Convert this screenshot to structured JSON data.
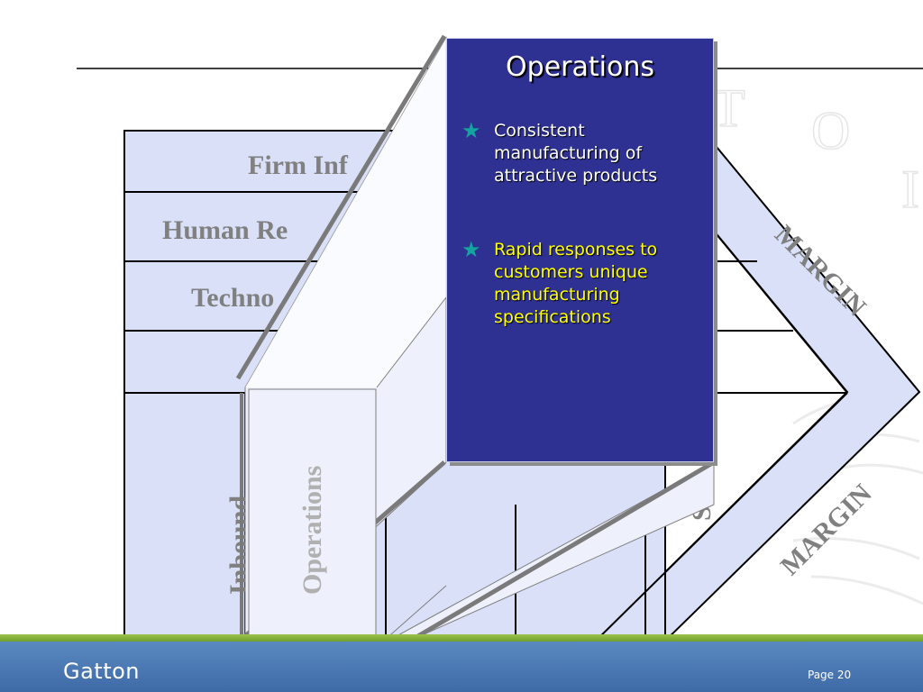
{
  "diagram": {
    "support_rows": [
      {
        "label": "Firm Inf"
      },
      {
        "label": "Human Re"
      },
      {
        "label": "Techno"
      }
    ],
    "primary_columns": [
      {
        "label": "Inbound"
      },
      {
        "label": "Operations"
      },
      {
        "label": "Se"
      }
    ],
    "margin_labels": [
      "MARGIN",
      "MARGIN"
    ]
  },
  "callout": {
    "title": "Operations",
    "bullets": [
      {
        "text": "Consistent manufacturing of attractive products",
        "color": "#ffffff"
      },
      {
        "text": "Rapid responses to customers unique manufacturing specifications",
        "color": "#ffff00"
      }
    ],
    "background": "#2e3192",
    "bullet_icon": "star-icon",
    "bullet_icon_color": "#12a5a0"
  },
  "footer": {
    "brand": "Gatton",
    "page": "Page 20"
  },
  "colors": {
    "chain_fill": "#d9e0f8",
    "label_gray": "#808080",
    "footer_blue": "#4a76b0",
    "footer_green": "#7fae36"
  }
}
